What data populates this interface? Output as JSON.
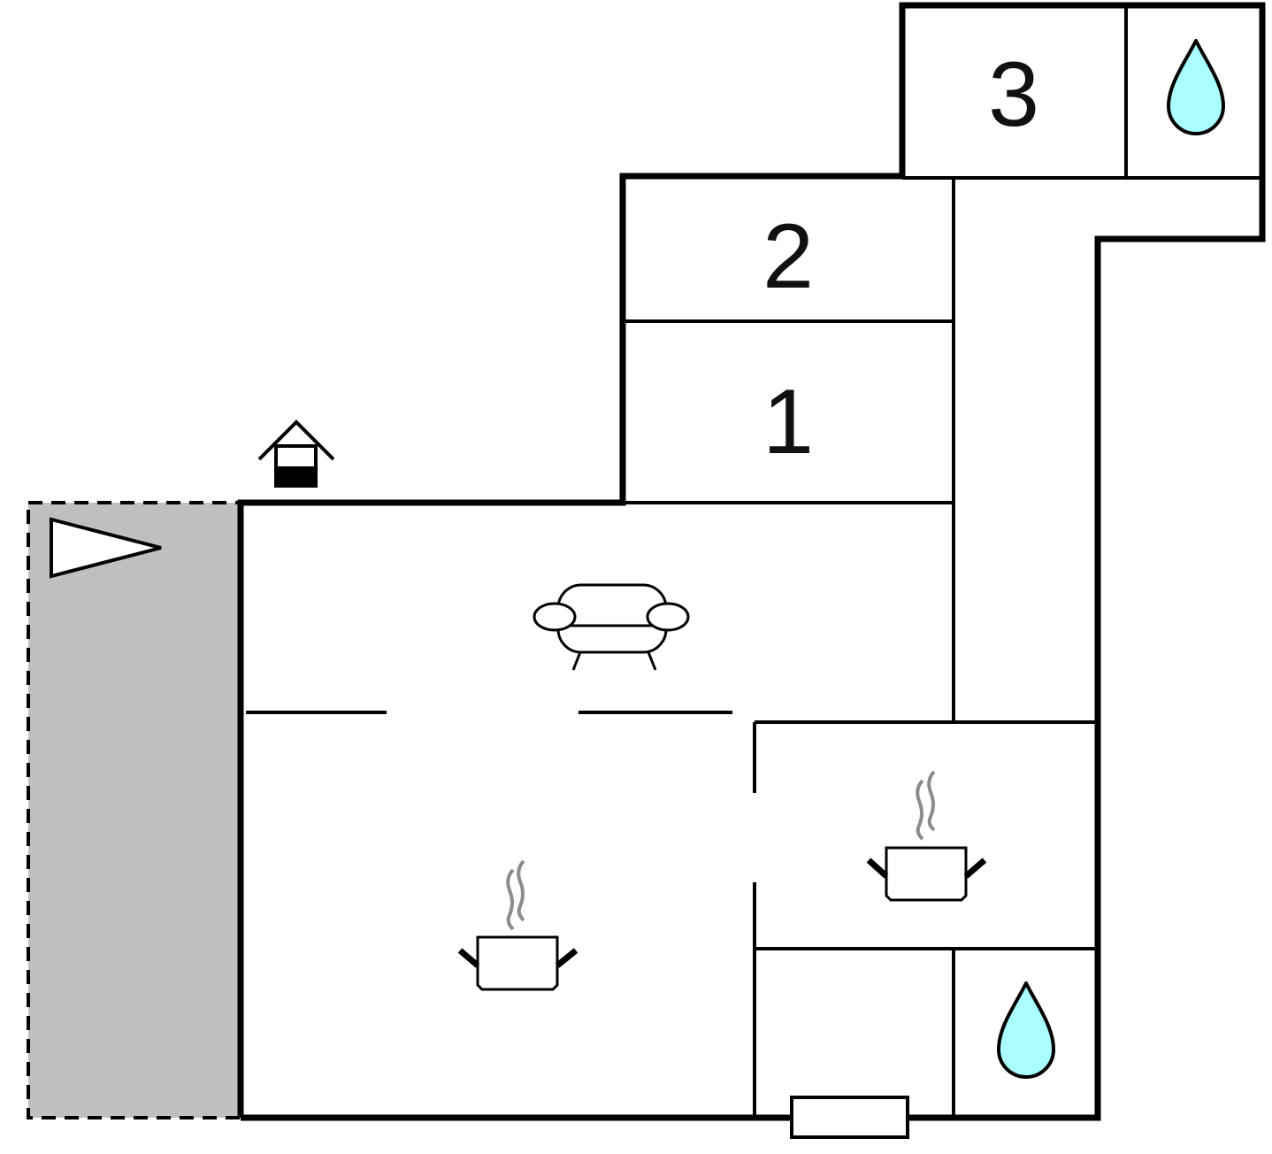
{
  "floorplan": {
    "rooms": [
      {
        "label": "1"
      },
      {
        "label": "2"
      },
      {
        "label": "3"
      }
    ],
    "icons": {
      "bathroom": "water-drop-icon",
      "kitchen": "cooking-pot-icon",
      "living": "sofa-icon",
      "entrance": "house-entrance-icon",
      "terrace": "pennant-flag-icon",
      "window": "window-icon"
    }
  },
  "colors": {
    "wall": "#000000",
    "water": "#aaffff",
    "steam": "#8c8c8c",
    "terrace": "#bfbfbf",
    "background": "#ffffff"
  }
}
